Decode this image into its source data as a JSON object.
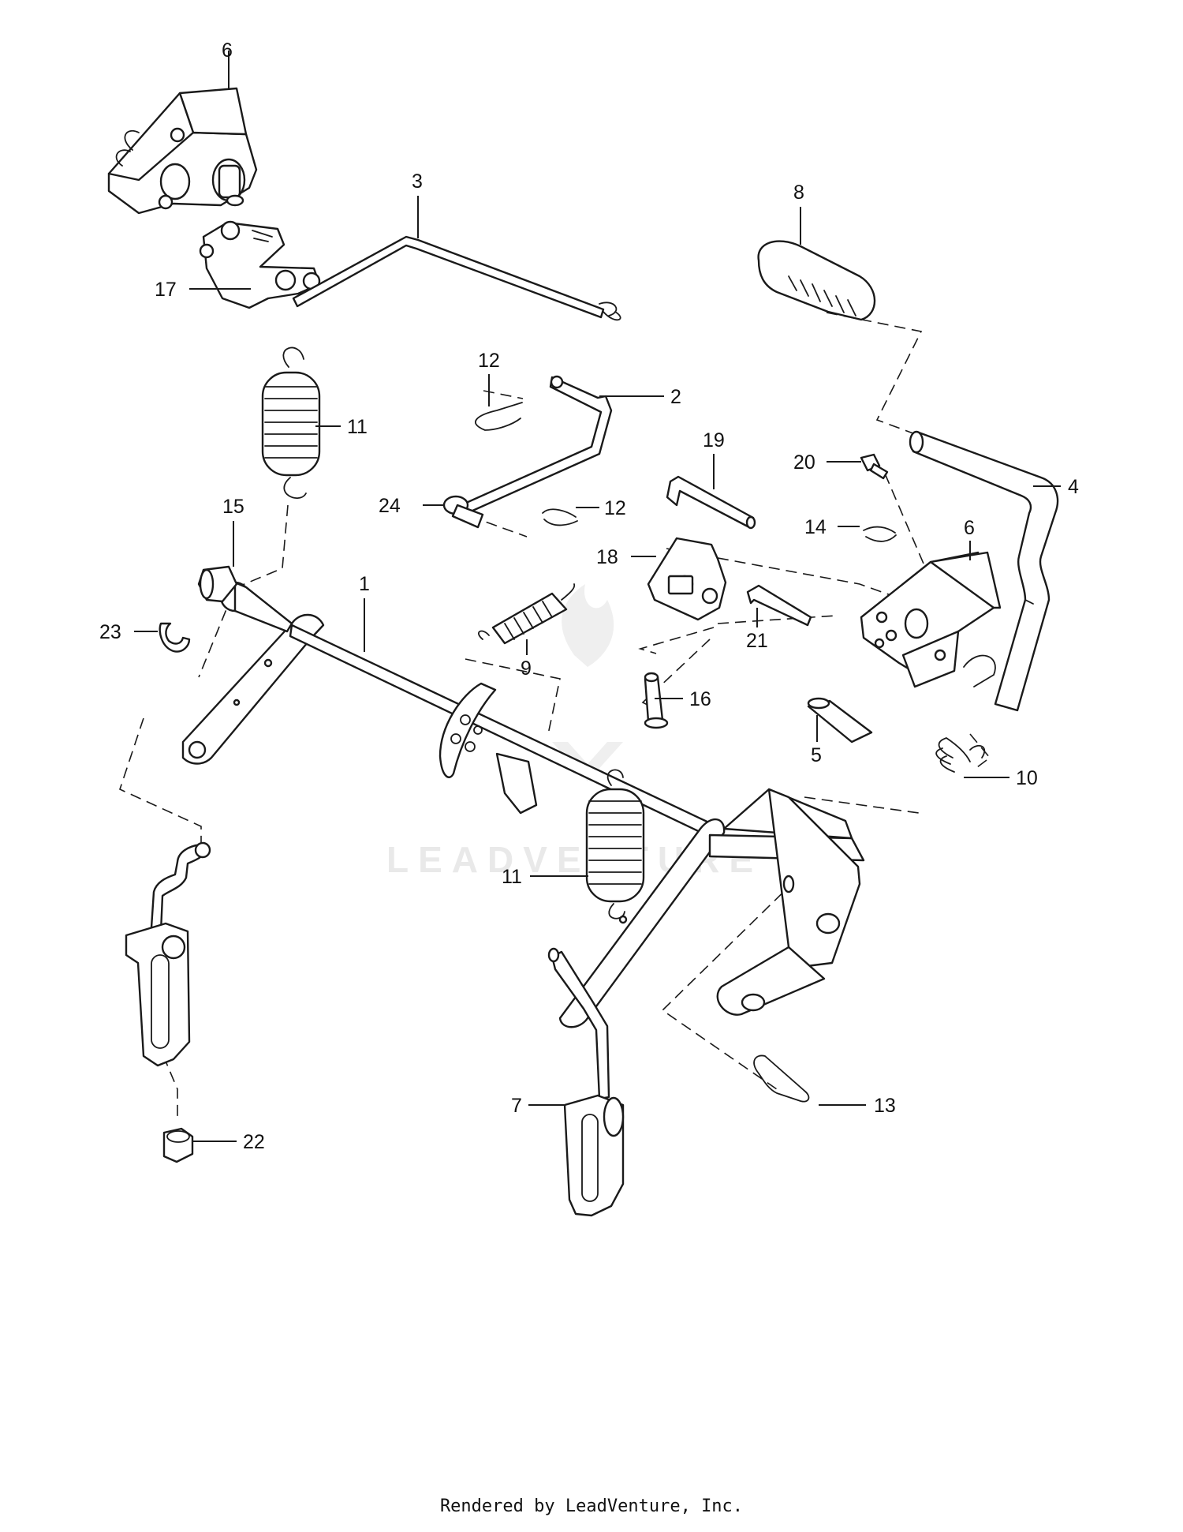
{
  "watermark": {
    "text": "LEADVENTURE"
  },
  "footer": {
    "text": "Rendered by LeadVenture, Inc."
  },
  "callouts": {
    "c1": "1",
    "c2": "2",
    "c3": "3",
    "c4": "4",
    "c5": "5",
    "c6a": "6",
    "c6b": "6",
    "c7": "7",
    "c8": "8",
    "c9": "9",
    "c10": "10",
    "c11a": "11",
    "c11b": "11",
    "c12a": "12",
    "c12b": "12",
    "c13": "13",
    "c14": "14",
    "c15": "15",
    "c16": "16",
    "c17": "17",
    "c18": "18",
    "c19": "19",
    "c20": "20",
    "c21": "21",
    "c22": "22",
    "c23": "23",
    "c24": "24"
  }
}
